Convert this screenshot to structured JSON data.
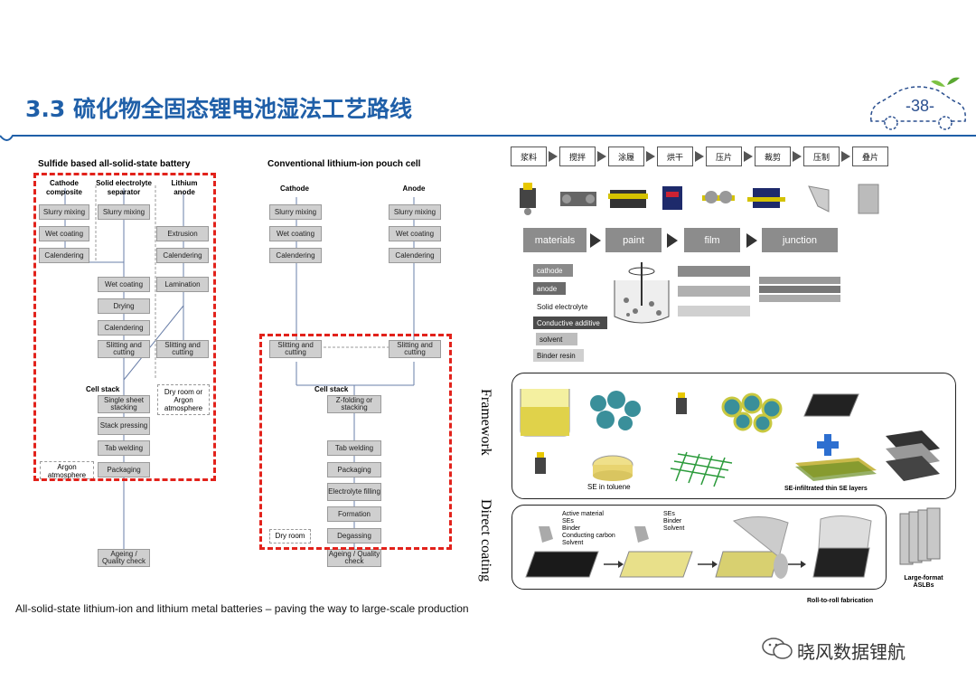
{
  "header": {
    "title": "3.3 硫化物全固态锂电池湿法工艺路线",
    "page_number": "-38-"
  },
  "left_diagram": {
    "title": "Sulfide based all-solid-state battery",
    "columns": [
      "Cathode composite",
      "Solid electrolyte separator",
      "Lithium anode"
    ],
    "cathode_steps": [
      "Slurry mixing",
      "Wet coating",
      "Calendering"
    ],
    "separator_steps": [
      "Slurry mixing"
    ],
    "anode_steps": [
      "Extrusion",
      "Calendering",
      "Lamination",
      "Slitting and cutting"
    ],
    "merged_steps": [
      "Wet coating",
      "Drying",
      "Calendering",
      "Slitting and cutting"
    ],
    "cell_stack_label": "Cell stack",
    "cell_steps": [
      "Single sheet stacking",
      "Stack pressing",
      "Tab welding",
      "Packaging"
    ],
    "dry_note": "Dry room or Argon atmosphere",
    "argon_note": "Argon atmosphere",
    "final_step": "Ageing / Quality check"
  },
  "middle_diagram": {
    "title": "Conventional lithium-ion pouch cell",
    "columns": [
      "Cathode",
      "Anode"
    ],
    "cathode_steps": [
      "Slurry mixing",
      "Wet coating",
      "Calendering",
      "Slitting and cutting"
    ],
    "anode_steps": [
      "Slurry mixing",
      "Wet coating",
      "Calendering",
      "Slitting and cutting"
    ],
    "cell_stack_label": "Cell stack",
    "cell_steps": [
      "Z-folding or stacking",
      "Tab welding",
      "Packaging",
      "Electrolyte filling",
      "Formation",
      "Degassing"
    ],
    "dry_note": "Dry room",
    "final_step": "Ageing / Quality check"
  },
  "right_top": {
    "cn_steps": [
      "浆料",
      "搅拌",
      "涂履",
      "烘干",
      "压片",
      "裁剪",
      "压制",
      "叠片"
    ],
    "flow_steps": [
      "materials",
      "paint",
      "film",
      "junction"
    ],
    "components": [
      {
        "label": "cathode",
        "color": "#8a8a8a",
        "text_color": "#ffffff"
      },
      {
        "label": "anode",
        "color": "#6b6b6b",
        "text_color": "#ffffff"
      },
      {
        "label": "Solid electrolyte",
        "color": "#ffffff",
        "text_color": "#111111"
      },
      {
        "label": "Conductive additive",
        "color": "#4a4a4a",
        "text_color": "#ffffff"
      },
      {
        "label": "solvent",
        "color": "#bdbdbd",
        "text_color": "#111111"
      },
      {
        "label": "Binder resin",
        "color": "#cfcfcf",
        "text_color": "#111111"
      }
    ]
  },
  "framework_panel": {
    "side_label": "Framework",
    "se_in_toluene": "SE in toluene",
    "thin_layers": "SE-infiltrated thin SE layers"
  },
  "direct_coating_panel": {
    "side_label": "Direct coating",
    "list1": [
      "Active material",
      "SEs",
      "Binder",
      "Conducting carbon",
      "Solvent"
    ],
    "list2": [
      "SEs",
      "Binder",
      "Solvent"
    ],
    "roll_label": "Roll-to-roll fabrication",
    "aslb_label": "Large-format ASLBs"
  },
  "caption": "All-solid-state lithium-ion and lithium metal batteries – paving the way to large-scale production",
  "footer_brand": "晓风数据锂航",
  "colors": {
    "accent": "#1f5fa8",
    "dashed_red": "#e2221b",
    "process_box": "#cfcfcf"
  }
}
